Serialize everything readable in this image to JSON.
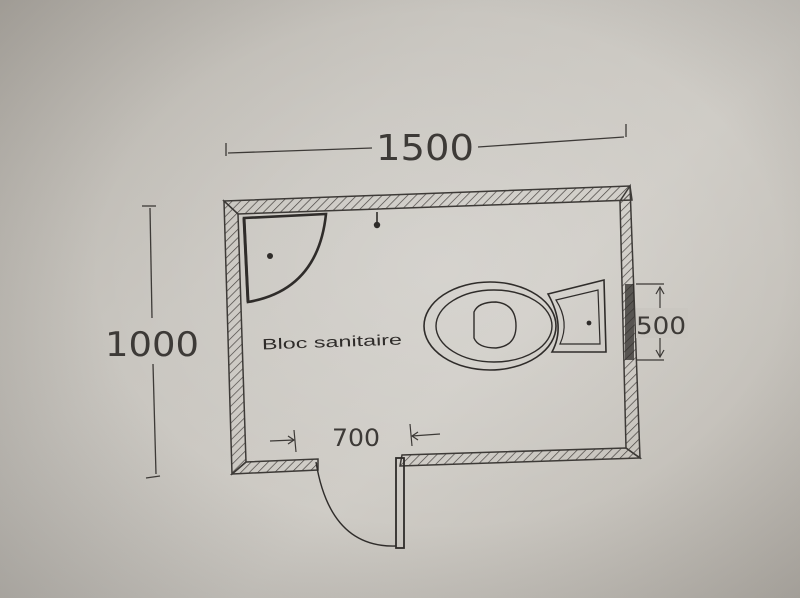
{
  "dimensions": {
    "width": "1500",
    "height": "1000",
    "door_width": "700",
    "window_width": "500"
  },
  "room": {
    "label": "Bloc sanitaire"
  },
  "colors": {
    "ink": "#3d3a37",
    "paper": "#cac7c1"
  }
}
